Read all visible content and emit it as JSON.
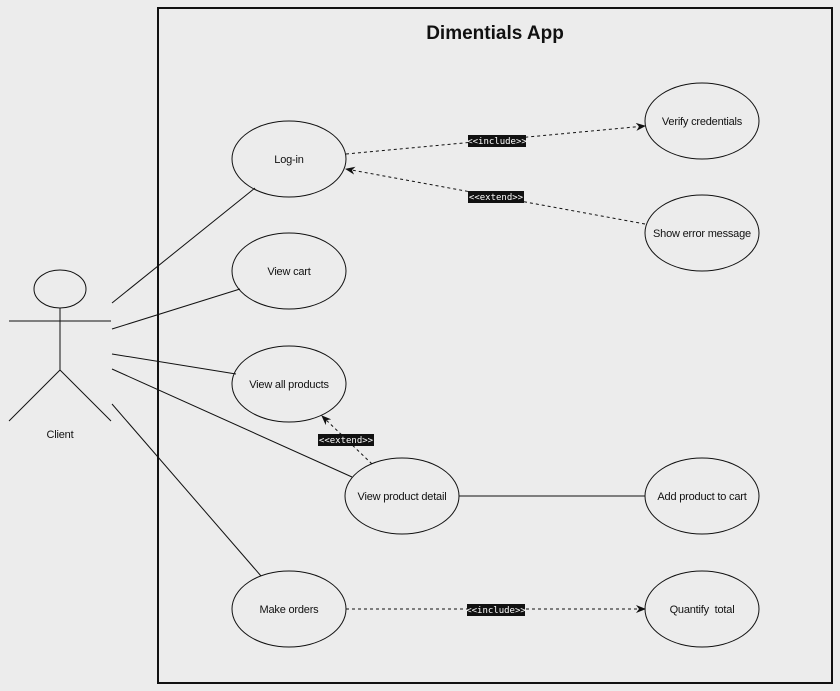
{
  "system": {
    "title": "Dimentials App"
  },
  "actor": {
    "name": "Client"
  },
  "use_cases": {
    "login": "Log-in",
    "view_cart": "View cart",
    "view_all_products": "View all products",
    "view_product_detail": "View product detail",
    "make_orders": "Make orders",
    "verify_credentials": "Verify credentials",
    "show_error_message": "Show error message",
    "add_product_to_cart": "Add product to cart",
    "quantify_total": "Quantify  total"
  },
  "relations": {
    "login_include_verify": "<<include>>",
    "error_extend_login": "<<extend>>",
    "detail_extend_all_products": "<<extend>>",
    "orders_include_total": "<<include>>"
  }
}
